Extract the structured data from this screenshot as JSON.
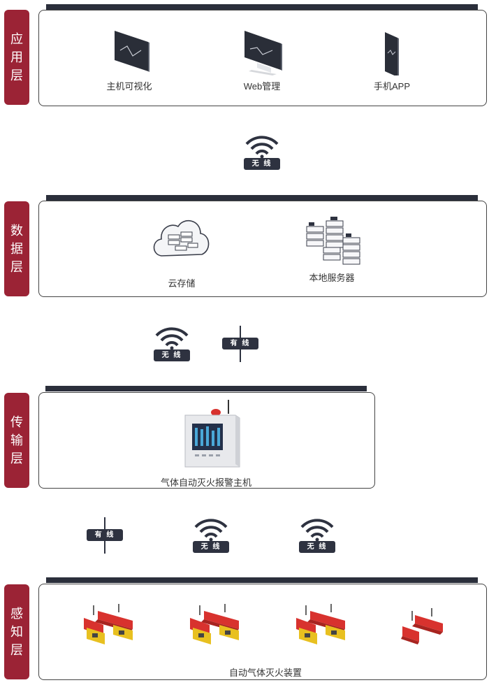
{
  "layers": {
    "app": {
      "title": [
        "应",
        "用",
        "层"
      ]
    },
    "data": {
      "title": [
        "数",
        "据",
        "层"
      ]
    },
    "transport": {
      "title": [
        "传",
        "输",
        "层"
      ]
    },
    "sense": {
      "title": [
        "感",
        "知",
        "层"
      ]
    }
  },
  "app_items": [
    {
      "label": "主机可视化",
      "icon": "monitor-screen-icon"
    },
    {
      "label": "Web管理",
      "icon": "desktop-computer-icon"
    },
    {
      "label": "手机APP",
      "icon": "mobile-phone-icon"
    }
  ],
  "data_items": [
    {
      "label": "云存储",
      "icon": "cloud-storage-icon"
    },
    {
      "label": "本地服务器",
      "icon": "server-stack-icon"
    }
  ],
  "transport_items": [
    {
      "label": "气体自动灭火报警主机",
      "icon": "alarm-host-cabinet-icon"
    }
  ],
  "sense_items": {
    "label": "自动气体灭火装置",
    "icon": "gas-extinguisher-device-icon"
  },
  "connections": {
    "wireless": "无 线",
    "wired": "有 线"
  },
  "colors": {
    "layer_tab": "#9b2335",
    "top_bar": "#2b2f3b",
    "badge": "#2e3240",
    "device_red": "#d8322e",
    "device_yellow": "#e8c020"
  }
}
